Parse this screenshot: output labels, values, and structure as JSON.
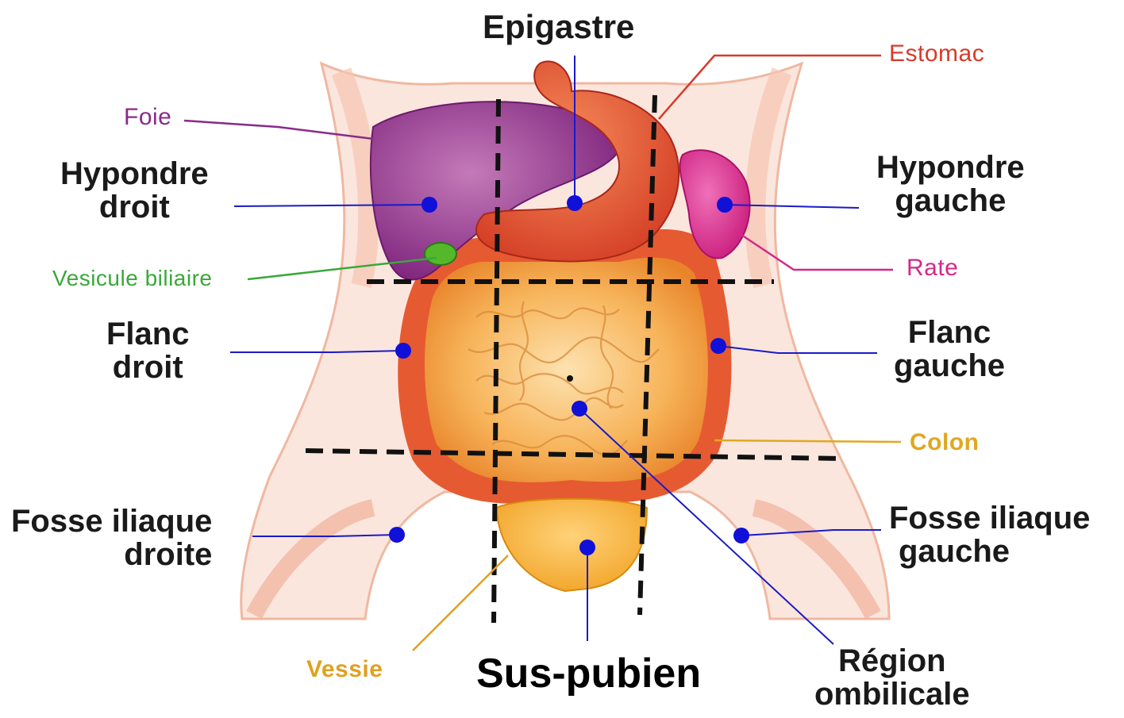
{
  "regions": {
    "epigastre": "Epigastre",
    "hypocondre_droit": [
      "Hypondre",
      "droit"
    ],
    "hypocondre_gauche": [
      "Hypondre",
      "gauche"
    ],
    "flanc_droit": [
      "Flanc",
      "droit"
    ],
    "flanc_gauche": [
      "Flanc",
      "gauche"
    ],
    "fosse_iliaque_droite": [
      "Fosse iliaque",
      "droite"
    ],
    "fosse_iliaque_gauche": [
      "Fosse iliaque",
      "gauche"
    ],
    "region_ombilicale": [
      "Région",
      "ombilicale"
    ],
    "sus_pubien": "Sus-pubien"
  },
  "organs": {
    "foie": "Foie",
    "estomac": "Estomac",
    "rate": "Rate",
    "vesicule": "Vesicule biliaire",
    "colon": "Colon",
    "vessie": "Vessie"
  },
  "colors": {
    "foie": "#8a2a8a",
    "estomac": "#d83a2a",
    "rate": "#d4288a",
    "vesicule": "#3aa83a",
    "colon": "#e0a820",
    "vessie": "#e0a020",
    "marker": "#1010d8",
    "region_line": "#1a1ac8"
  }
}
